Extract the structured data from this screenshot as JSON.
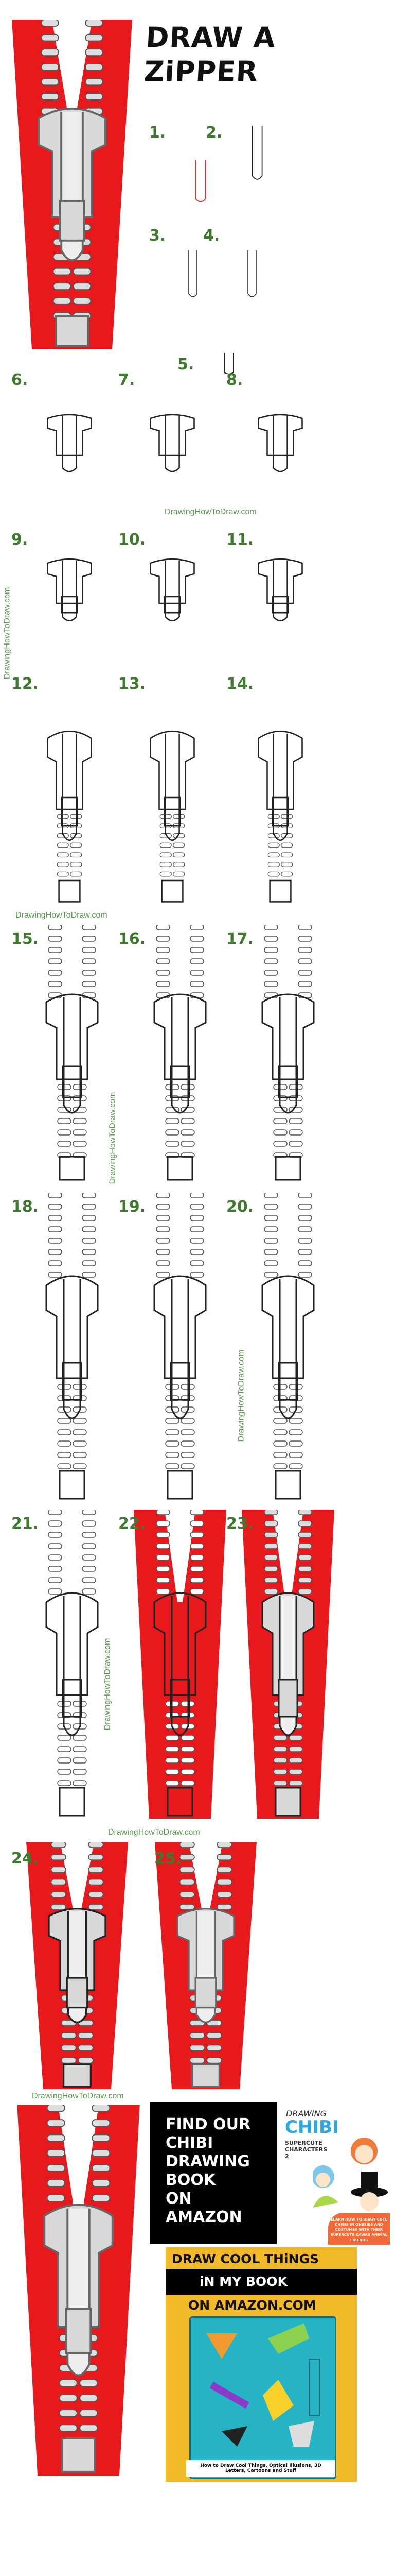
{
  "title": {
    "line1": "DRAW A",
    "line2": "ZiPPER"
  },
  "watermark": "DrawingHowToDraw.com",
  "steps": [
    "1.",
    "2.",
    "3.",
    "4.",
    "5.",
    "6.",
    "7.",
    "8.",
    "9.",
    "10.",
    "11.",
    "12.",
    "13.",
    "14.",
    "15.",
    "16.",
    "17.",
    "18.",
    "19.",
    "20.",
    "21.",
    "22.",
    "23.",
    "24.",
    "25."
  ],
  "colors": {
    "step_label": "#3e7a2e",
    "fabric": "#e8191c",
    "sketch_red": "#e53030",
    "sketch_line": "#222222"
  },
  "ads": {
    "chibi_promo": [
      "FIND OUR",
      "CHIBI",
      "DRAWING",
      "BOOK",
      "ON",
      "AMAZON"
    ],
    "chibi_cover": {
      "drawing": "DRAWING",
      "chibi": "CHIBI",
      "subtitle": "SUPERCUTE CHARACTERS 2",
      "blurb": "LEARN HOW TO DRAW CUTE CHIBIS IN ONESIES AND COSTUMES WITH THEIR SUPERCUTE KAWAII ANIMAL FRIENDS"
    },
    "cool_things": {
      "line1": "DRAW COOL THiNGS",
      "line2": "iN MY BOOK",
      "line3": "ON AMAZON.COM",
      "cover_subtitle": "How to Draw Cool Things, Optical Illusions, 3D Letters, Cartoons and Stuff"
    }
  }
}
